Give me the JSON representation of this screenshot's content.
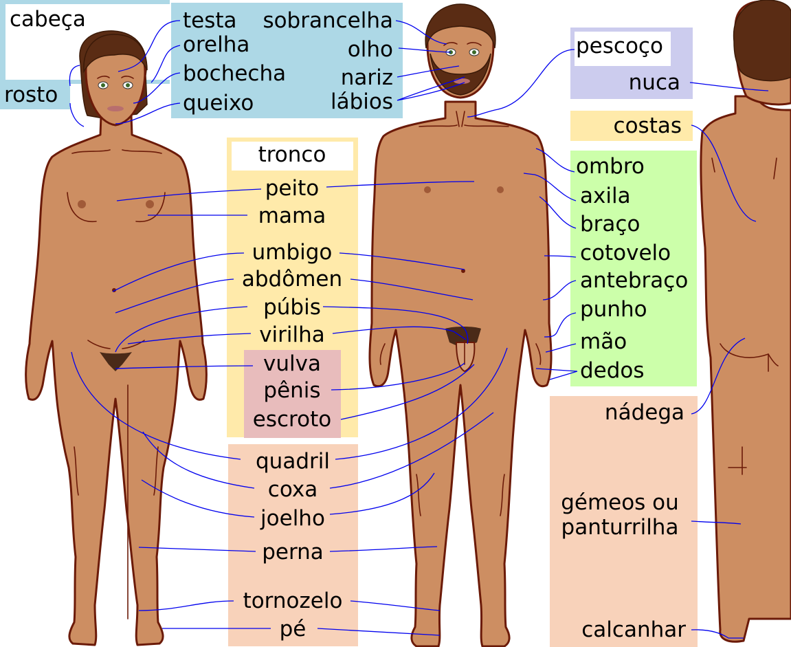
{
  "colors": {
    "head_panel": "#add8e6",
    "neck_panel": "#ccccee",
    "trunk_panel": "#ffeaaa",
    "genital_panel": "#e8bcbc",
    "upper_limb_panel": "#ccffaa",
    "lower_limb_panel": "#f8d2ba",
    "skin": "#cd8e62",
    "outline": "#6b1a08",
    "hair": "#5a2c14",
    "leader_line": "#0000ee"
  },
  "groups": {
    "head": "cabeça",
    "face": "rosto",
    "trunk": "tronco",
    "neck": "pescoço"
  },
  "labels": {
    "testa": "testa",
    "orelha": "orelha",
    "bochecha": "bochecha",
    "queixo": "queixo",
    "sobrancelha": "sobrancelha",
    "olho": "olho",
    "nariz": "nariz",
    "labios": "lábios",
    "nuca": "nuca",
    "costas": "costas",
    "peito": "peito",
    "mama": "mama",
    "umbigo": "umbigo",
    "abdomen": "abdômen",
    "pubis": "púbis",
    "virilha": "virilha",
    "vulva": "vulva",
    "penis": "pênis",
    "escroto": "escroto",
    "ombro": "ombro",
    "axila": "axila",
    "braco": "braço",
    "cotovelo": "cotovelo",
    "antebraco": "antebraço",
    "punho": "punho",
    "mao": "mão",
    "dedos": "dedos",
    "nadega": "nádega",
    "quadril": "quadril",
    "coxa": "coxa",
    "joelho": "joelho",
    "perna": "perna",
    "gemeos_line1": "gémeos ou",
    "gemeos_line2": "panturrilha",
    "tornozelo": "tornozelo",
    "pe": "pé",
    "calcanhar": "calcanhar"
  }
}
